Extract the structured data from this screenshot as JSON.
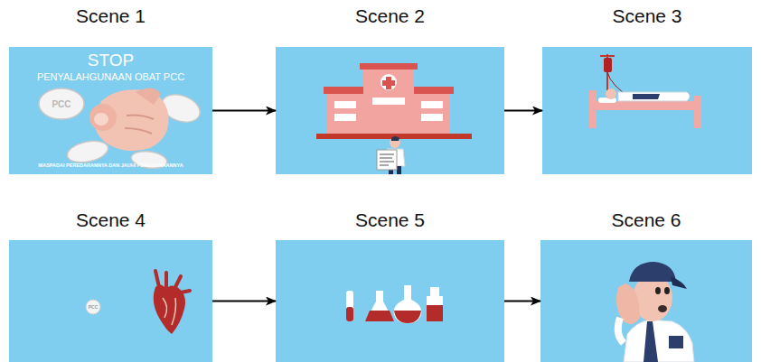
{
  "diagram": {
    "nodes": [
      {
        "text": [
          "Scene 1",
          "STOP",
          "PENYALAHGUNAAN OBAT PCC",
          "WASPADAI PEREDARANNYA DAN JAUHI PENGGUNAANNYA"
        ]
      },
      {
        "text": [
          "Scene 2"
        ]
      },
      {
        "text": [
          "Scene 3"
        ]
      },
      {
        "text": [
          "Scene 4"
        ]
      },
      {
        "text": [
          "Scene 5"
        ]
      },
      {
        "text": [
          "Scene 6"
        ]
      }
    ],
    "edges": [
      {
        "from": 0,
        "to": 1,
        "arrow": "to"
      },
      {
        "from": 1,
        "to": 2,
        "arrow": "to"
      },
      {
        "from": 3,
        "to": 4,
        "arrow": "to"
      },
      {
        "from": 4,
        "to": 5,
        "arrow": "to"
      }
    ],
    "labels": [
      "PCC",
      "PCC"
    ]
  }
}
